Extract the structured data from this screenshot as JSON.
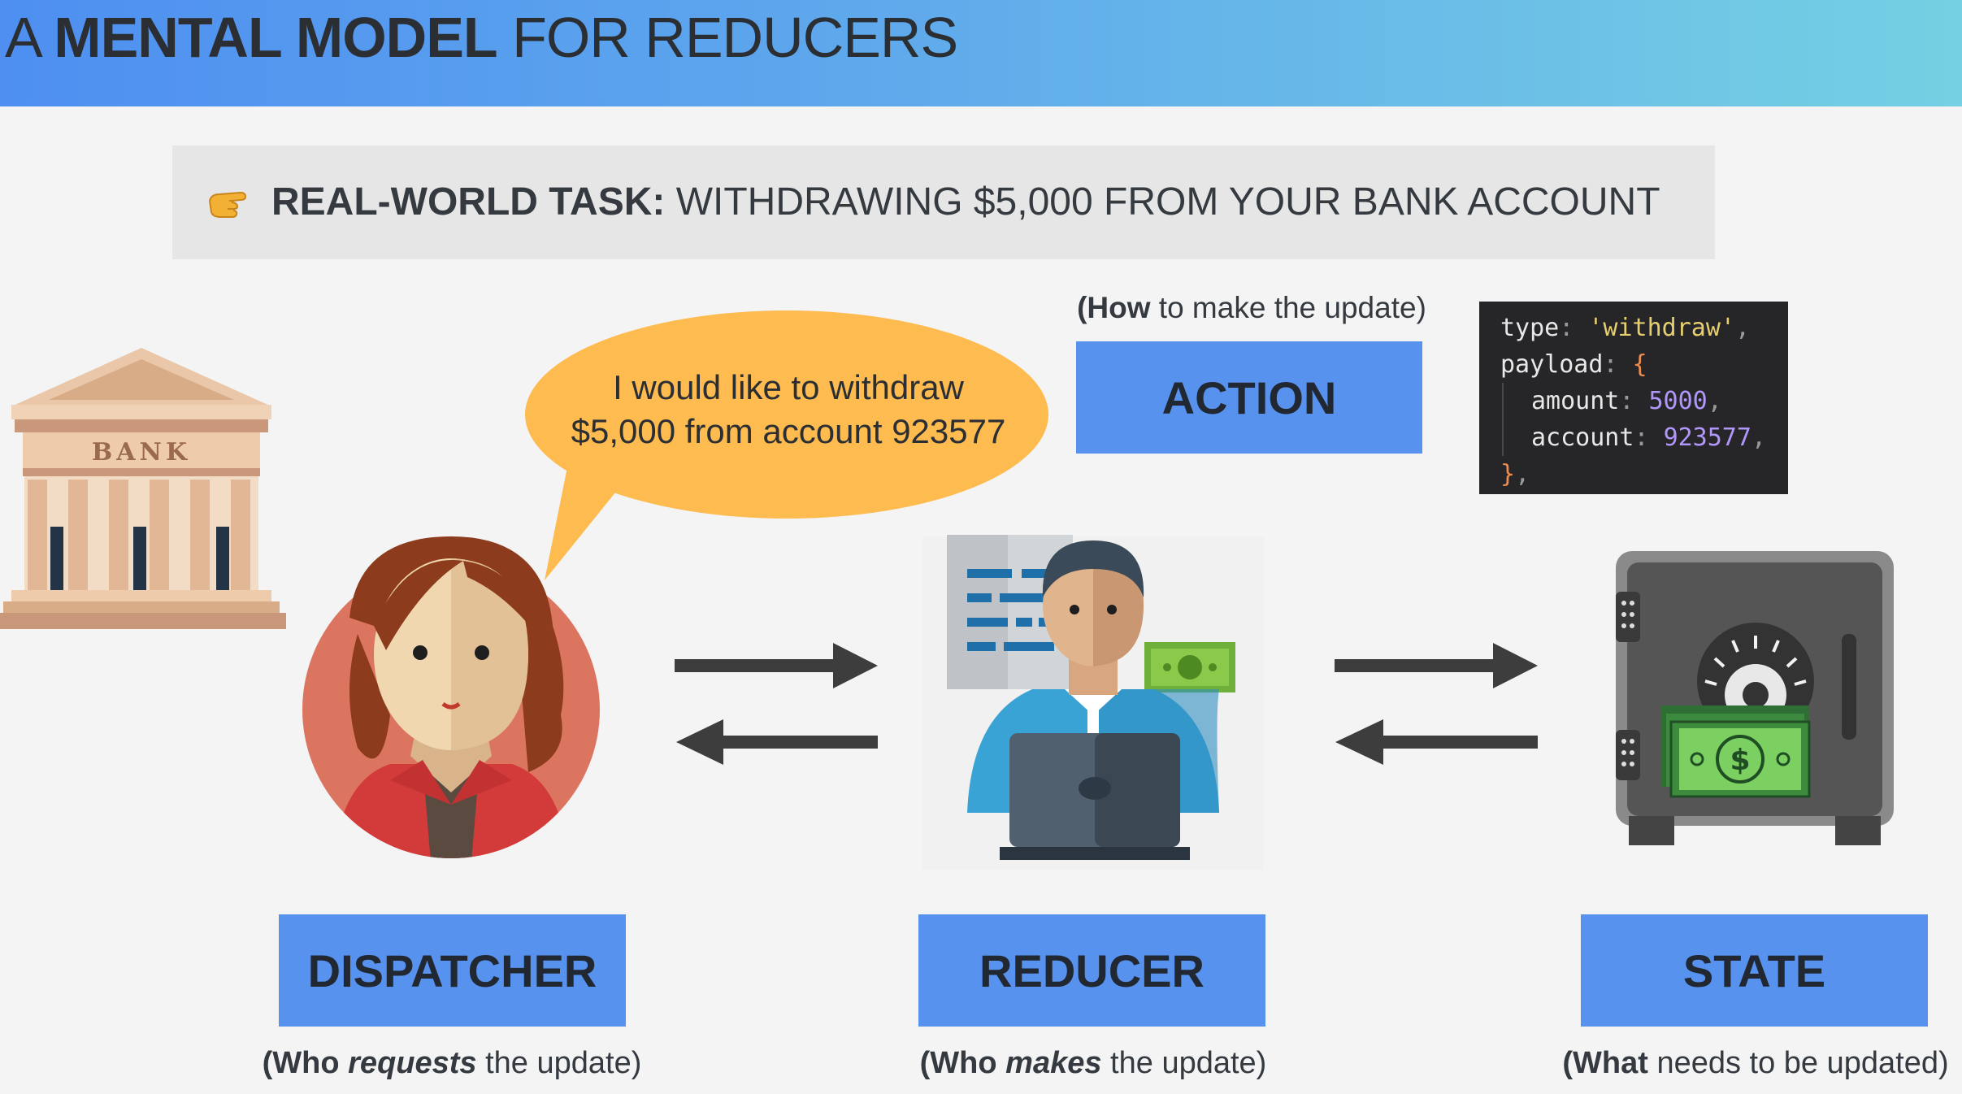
{
  "header": {
    "title_pre": "A ",
    "title_bold": "MENTAL MODEL",
    "title_post": " FOR REDUCERS"
  },
  "task": {
    "pointer_icon": "pointing-hand-icon",
    "label": "REAL-WORLD TASK:",
    "text": " WITHDRAWING $5,000 FROM YOUR BANK ACCOUNT"
  },
  "bank": {
    "sign": "BANK"
  },
  "speech": {
    "line1": "I would like to withdraw",
    "line2": "$5,000 from account 923577"
  },
  "action": {
    "how_bold": "(How",
    "how_rest": " to make the update)",
    "label": "ACTION"
  },
  "code": {
    "type_key": "type",
    "type_value": "'withdraw'",
    "payload_key": "payload",
    "amount_key": "amount",
    "amount_value": "5000",
    "account_key": "account",
    "account_value": "923577"
  },
  "roles": {
    "dispatcher": {
      "label": "DISPATCHER",
      "cap_pre": "(Who ",
      "cap_em": "requests",
      "cap_post": " the update)"
    },
    "reducer": {
      "label": "REDUCER",
      "cap_pre": "(Who ",
      "cap_em": "makes",
      "cap_post": " the update)"
    },
    "state": {
      "label": "STATE",
      "cap_bold": "(What",
      "cap_post": " needs to be updated)"
    }
  },
  "colors": {
    "header_start": "#4e8ff1",
    "header_end": "#74d0e3",
    "label_box": "#5792ee",
    "bubble": "#fdbb50",
    "arrow": "#3d3d3d"
  }
}
